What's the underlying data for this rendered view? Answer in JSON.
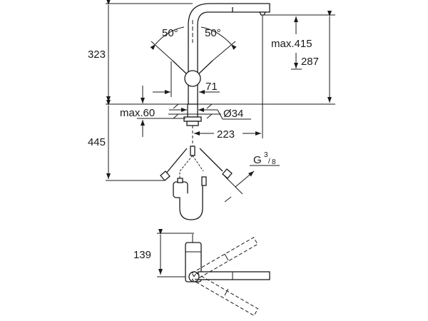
{
  "dimensions": {
    "overall_height": "323",
    "below_counter": "445",
    "angle_left": "50°",
    "angle_right": "50°",
    "max_spray_height": "max.415",
    "spout_height": "287",
    "handle_offset": "71",
    "max_counter_thickness": "max.60",
    "hole_diameter": "Ø34",
    "spout_reach": "223",
    "thread_prefix": "G",
    "thread_num": "3",
    "thread_den": "8",
    "top_view_depth": "139"
  },
  "colors": {
    "line": "#1a1a1a",
    "background": "#ffffff"
  }
}
